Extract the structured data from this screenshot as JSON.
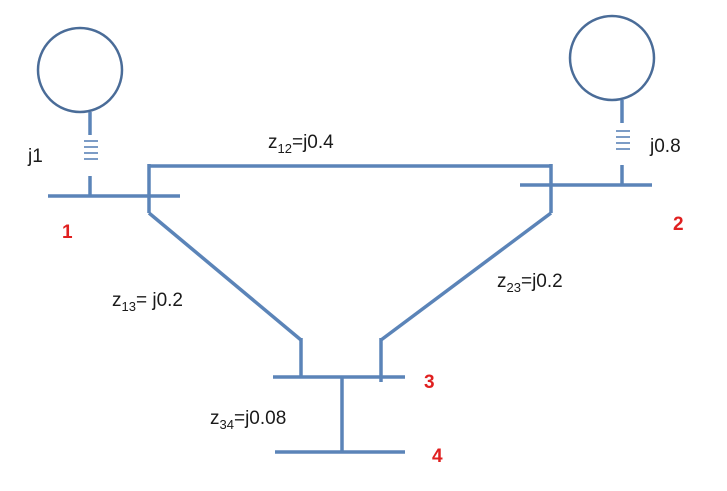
{
  "generators": [
    {
      "reactance": "j1"
    },
    {
      "reactance": "j0.8"
    }
  ],
  "buses": [
    {
      "number": "1"
    },
    {
      "number": "2"
    },
    {
      "number": "3"
    },
    {
      "number": "4"
    }
  ],
  "lines": [
    {
      "z": "z",
      "sub": "12",
      "value": "=j0.4"
    },
    {
      "z": "z",
      "sub": "13",
      "value": "= j0.2"
    },
    {
      "z": "z",
      "sub": "23",
      "value": "=j0.2"
    },
    {
      "z": "z",
      "sub": "34",
      "value": "=j0.08"
    }
  ],
  "colors": {
    "line": "#5b84b8",
    "bus_number": "#e02020",
    "text": "#1a1a1a"
  }
}
